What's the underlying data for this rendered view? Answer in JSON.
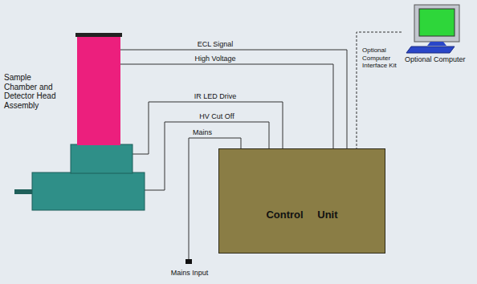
{
  "diagram": {
    "nodes": [
      {
        "text": [
          "Sample Chamber and Detector Head Assembly"
        ]
      },
      {
        "text": [
          "Control Unit"
        ]
      },
      {
        "text": [
          "Optional Computer"
        ]
      }
    ],
    "edges": [
      {
        "from": 0,
        "to": 1,
        "label": "ECL Signal",
        "arrow": "none"
      },
      {
        "from": 0,
        "to": 1,
        "label": "High Voltage",
        "arrow": "none"
      },
      {
        "from": 0,
        "to": 1,
        "label": "IR LED Drive",
        "arrow": "none"
      },
      {
        "from": 0,
        "to": 1,
        "label": "HV Cut Off",
        "arrow": "none"
      },
      {
        "from": 2,
        "to": 1,
        "label": "Optional Computer Interface Kit",
        "arrow": "none"
      }
    ],
    "labels": [
      "Mains",
      "Mains Input"
    ]
  }
}
